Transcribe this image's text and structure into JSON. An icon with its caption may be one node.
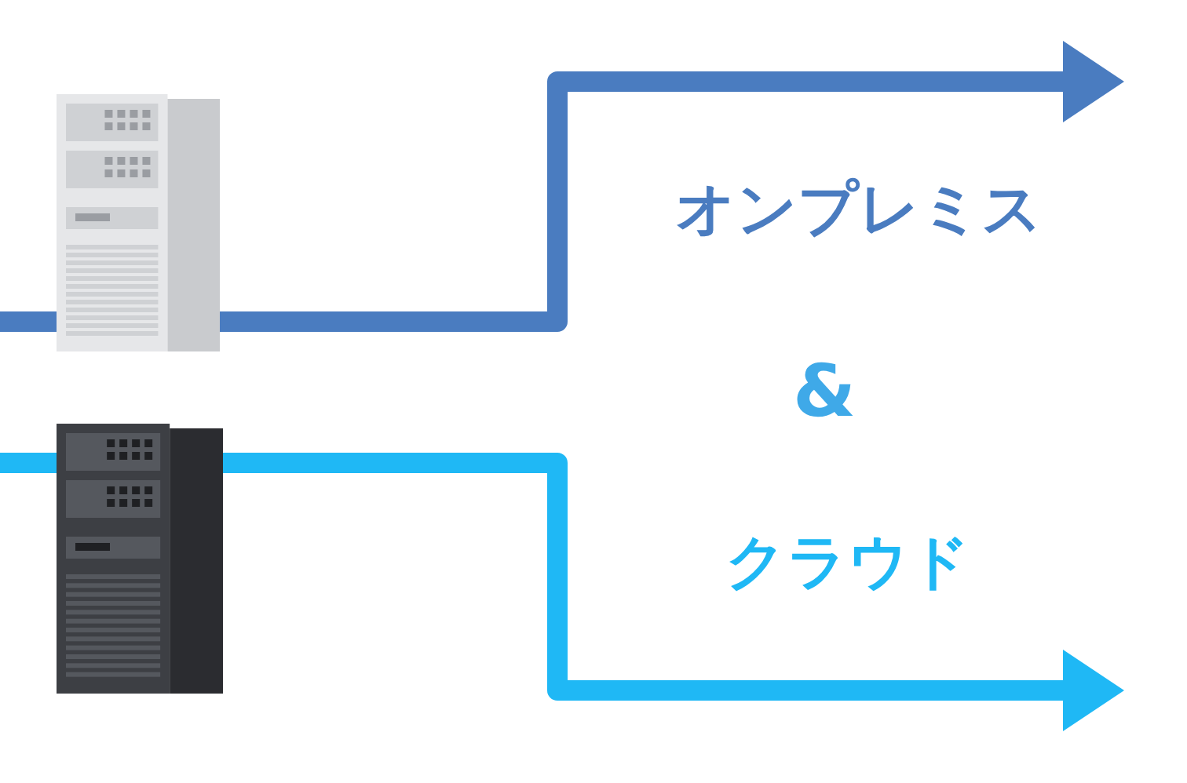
{
  "diagram": {
    "nodes": [
      {
        "text": [],
        "shape": "picture"
      },
      {
        "text": [],
        "shape": "picture"
      }
    ],
    "edges": [
      {
        "from": 0,
        "to": null,
        "arrow": "to"
      },
      {
        "from": 1,
        "to": null,
        "arrow": "to",
        "color": "#1fb8f5"
      }
    ],
    "labels": [
      "オンプレミス",
      "&",
      "クラウド"
    ]
  }
}
